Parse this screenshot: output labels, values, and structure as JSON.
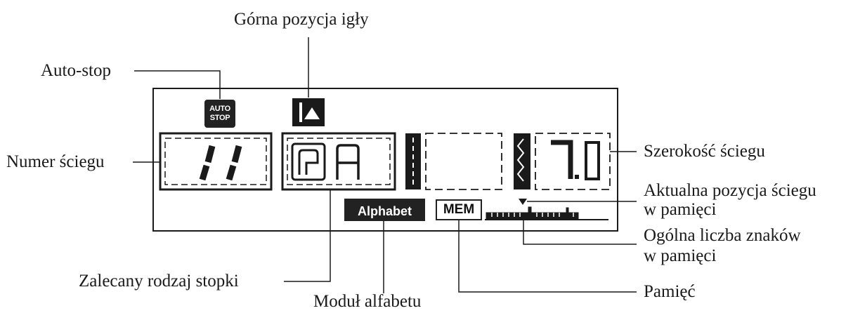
{
  "labels": {
    "needle_up": "Górna pozycja igły",
    "auto_stop": "Auto-stop",
    "stitch_number": "Numer ściegu",
    "stitch_width": "Szerokość ściegu",
    "current_position_line1": "Aktualna pozycja ściegu",
    "current_position_line2": "w pamięci",
    "total_chars_line1": "Ogólna liczba znaków",
    "total_chars_line2": "w pamięci",
    "presser_foot": "Zalecany rodzaj stopki",
    "alphabet_module": "Moduł alfabetu",
    "memory": "Pamięć"
  },
  "display": {
    "auto_stop_badge_line1": "AUTO",
    "auto_stop_badge_line2": "STOP",
    "stitch_number_value": "11",
    "presser_foot_letter": "A",
    "stitch_width_value": "7.0",
    "alphabet_badge": "Alphabet",
    "mem_badge": "MEM"
  },
  "colors": {
    "ink": "#1a1a1a",
    "badge_fill": "#222222",
    "background": "#ffffff"
  }
}
